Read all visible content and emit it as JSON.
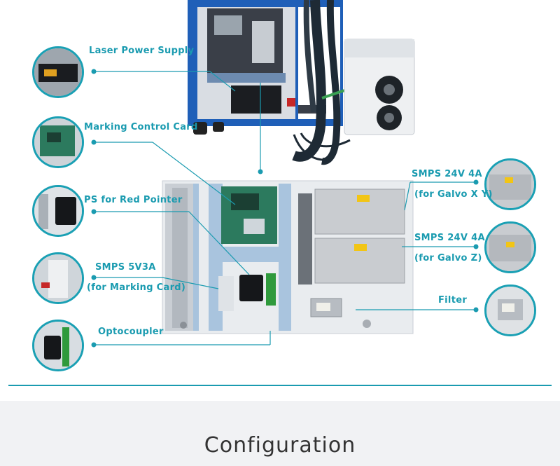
{
  "labels": {
    "laser_power_supply": "Laser Power Supply",
    "marking_control_card": "Marking Control Card",
    "ps_red_pointer": "PS for Red Pointer",
    "smps_5v3a_line1": "SMPS 5V3A",
    "smps_5v3a_line2": "(for Marking Card)",
    "optocoupler": "Optocoupler",
    "smps_xy_line1": "SMPS 24V 4A",
    "smps_xy_line2": "(for Galvo X Y)",
    "smps_z_line1": "SMPS 24V 4A",
    "smps_z_line2": "(for Galvo Z)",
    "filter": "Filter"
  },
  "footer": {
    "title": "Configuration"
  },
  "colors": {
    "accent": "#1a9bb0",
    "cabinet_blue": "#1f5fb8",
    "footer_bg": "#f1f2f4"
  }
}
